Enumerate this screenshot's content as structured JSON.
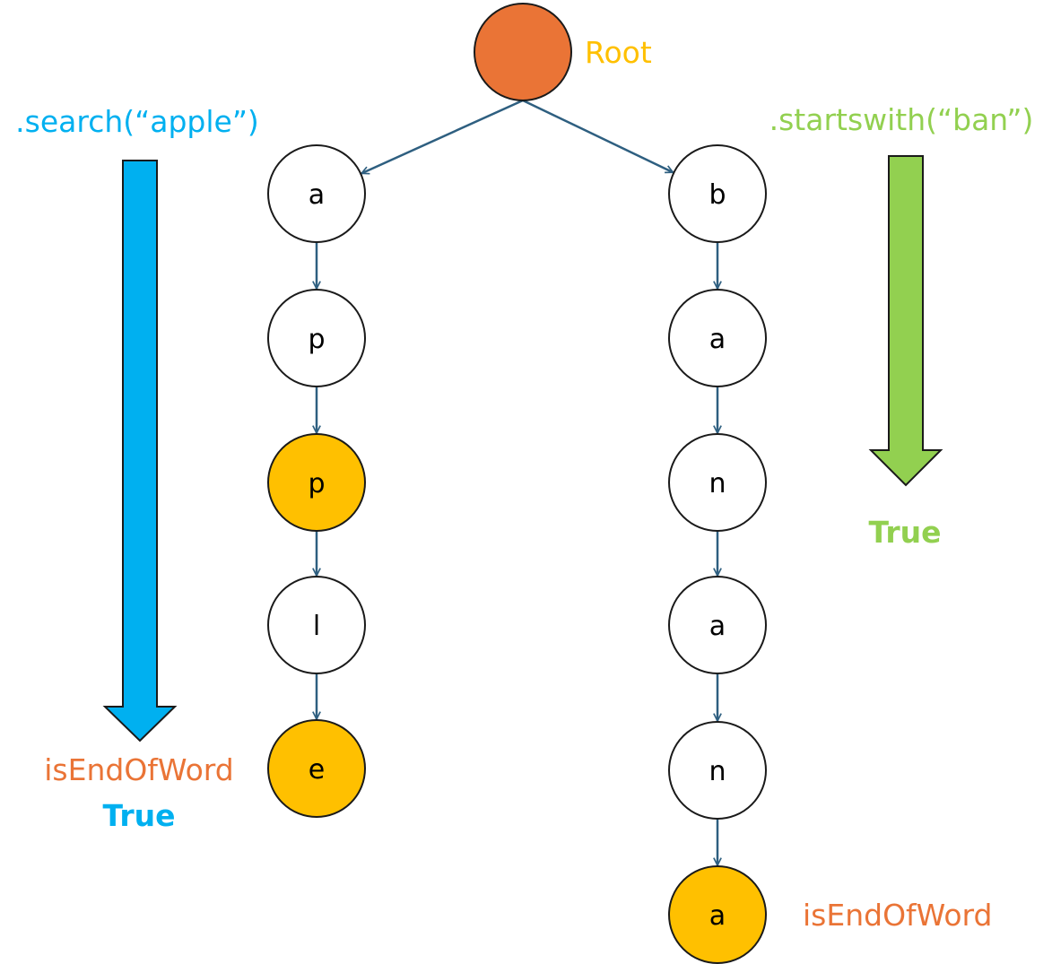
{
  "colors": {
    "root_fill": "#ea7436",
    "end_fill": "#ffc000",
    "normal_fill": "#ffffff",
    "edge": "#2e5f80",
    "search_color": "#00b0f0",
    "startswith_color": "#92d050",
    "end_label_color": "#ea7436",
    "root_label_color": "#ffc000"
  },
  "root": {
    "label": "Root"
  },
  "left_branch": {
    "nodes": [
      {
        "letter": "a",
        "end_of_word": false
      },
      {
        "letter": "p",
        "end_of_word": false
      },
      {
        "letter": "p",
        "end_of_word": true
      },
      {
        "letter": "l",
        "end_of_word": false
      },
      {
        "letter": "e",
        "end_of_word": true
      }
    ]
  },
  "right_branch": {
    "nodes": [
      {
        "letter": "b",
        "end_of_word": false
      },
      {
        "letter": "a",
        "end_of_word": false
      },
      {
        "letter": "n",
        "end_of_word": false
      },
      {
        "letter": "a",
        "end_of_word": false
      },
      {
        "letter": "n",
        "end_of_word": false
      },
      {
        "letter": "a",
        "end_of_word": true
      }
    ]
  },
  "search_query": {
    "label": ".search(“apple”)",
    "end_label": "isEndOfWord",
    "result": "True"
  },
  "startswith_query": {
    "label": ".startswith(“ban”)",
    "result": "True"
  },
  "right_end_label": "isEndOfWord"
}
